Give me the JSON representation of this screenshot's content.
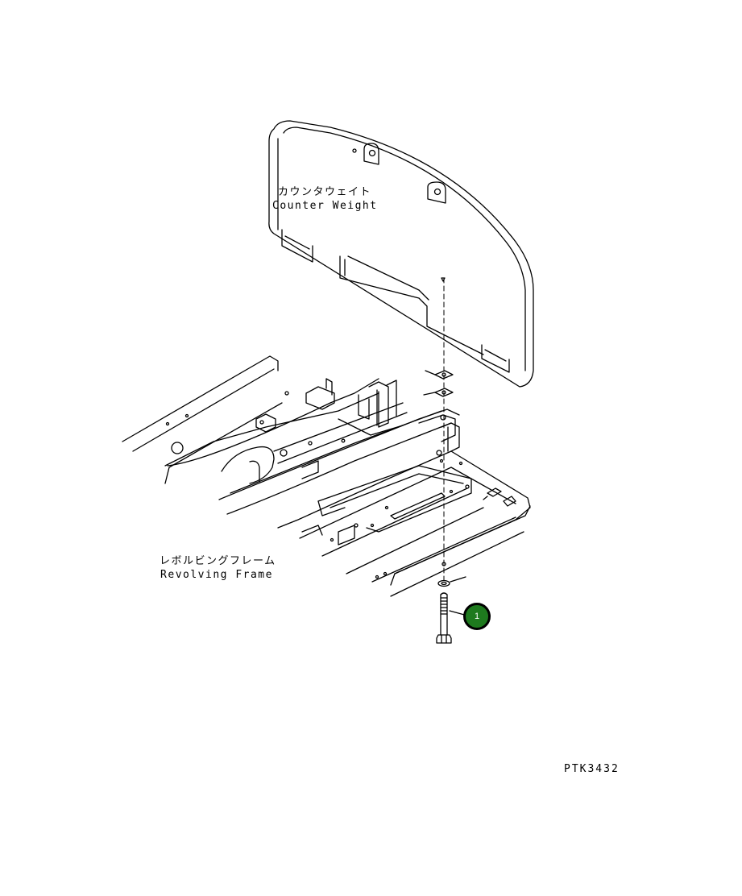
{
  "counter_weight": {
    "label_jp": "カウンタウェイト",
    "label_en": "Counter Weight"
  },
  "revolving_frame": {
    "label_jp": "レボルビングフレーム",
    "label_en": "Revolving Frame"
  },
  "callouts": [
    {
      "number": "1",
      "color": "#1e7a1e"
    }
  ],
  "drawing_code": "PTK3432",
  "colors": {
    "line": "#000000",
    "callout_fill": "#1e7a1e",
    "background": "#ffffff"
  }
}
